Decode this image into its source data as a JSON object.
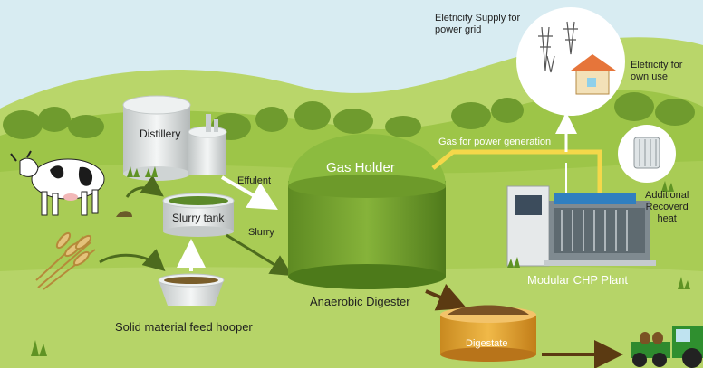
{
  "diagram": {
    "labels": {
      "distillery": "Distillery",
      "effulent": "Effulent",
      "slurry_tank": "Slurry tank",
      "slurry": "Slurry",
      "solid_feed": "Solid material feed hooper",
      "gas_holder": "Gas Holder",
      "gas_for_power": "Gas for power generation",
      "anaerobic_digester": "Anaerobic Digester",
      "digestate": "Digestate",
      "chp_plant": "Modular CHP Plant",
      "electricity_grid_line1": "Eletricity Supply for",
      "electricity_grid_line2": "power grid",
      "electricity_own_line1": "Eletricity for",
      "electricity_own_line2": "own use",
      "recovered_heat_line1": "Additional",
      "recovered_heat_line2": "Recoverd",
      "recovered_heat_line3": "heat"
    },
    "colors": {
      "sky": "#d8ecf2",
      "hill_back": "#b9d66a",
      "hill_mid": "#9dc548",
      "ground": "#a9cc55",
      "digester": "#6d9a2a",
      "gas_holder": "#8cbb3f",
      "pipe_yellow": "#f4d84a",
      "arrow_green": "#4d6b1e",
      "arrow_brown": "#5b3a12",
      "digestate_tank": "#d99a2c"
    }
  }
}
